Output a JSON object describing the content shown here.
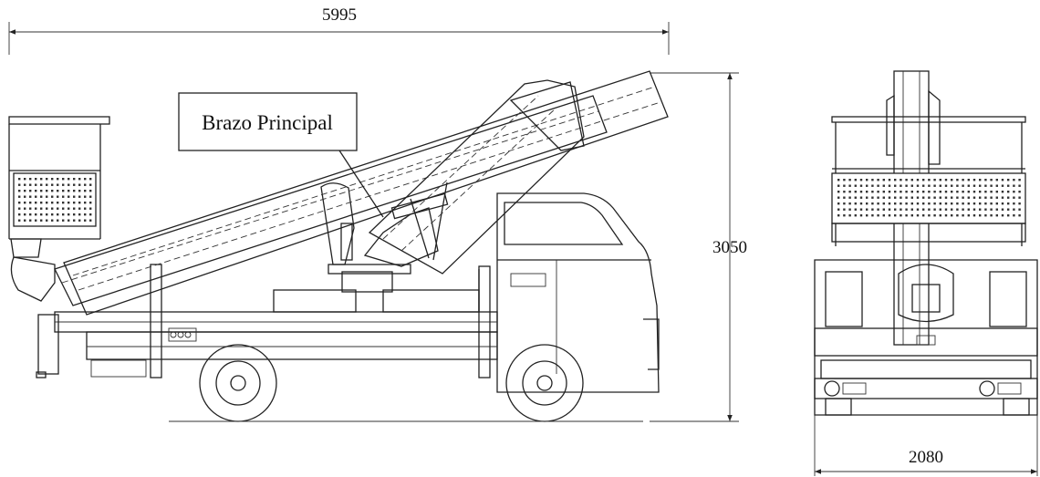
{
  "dimensions": {
    "overall_length": "5995",
    "overall_height": "3050",
    "overall_width": "2080"
  },
  "callout": {
    "label": "Brazo Principal"
  }
}
